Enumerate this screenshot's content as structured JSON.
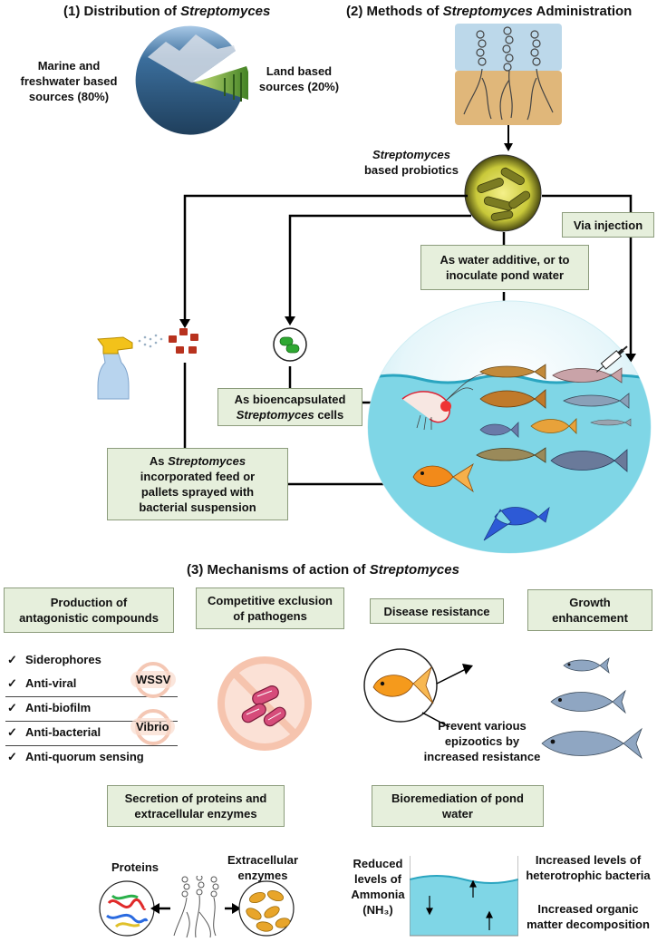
{
  "section1": {
    "prefix": "(1) Distribution of ",
    "italic": "Streptomyces",
    "marine_lines": [
      "Marine and",
      "freshwater based",
      "sources (80%)"
    ],
    "land_lines": [
      "Land based",
      "sources (20%)"
    ]
  },
  "section2": {
    "prefix": "(2) Methods of ",
    "italic": "Streptomyces",
    "suffix": " Administration",
    "probiotic_italic": "Streptomyces",
    "probiotic_rest": "based probiotics",
    "injection": "Via injection",
    "water_lines": [
      "As water additive, or to",
      "inoculate pond water"
    ],
    "bioencap_line1": "As bioencapsulated",
    "bioencap_italic": "Streptomyces",
    "bioencap_rest": " cells",
    "feed_prefix": "As ",
    "feed_italic": "Streptomyces",
    "feed_lines": [
      "incorporated feed or",
      "pallets sprayed with",
      "bacterial suspension"
    ]
  },
  "section3": {
    "prefix": "(3) Mechanisms of action of ",
    "italic": "Streptomyces",
    "box_antagonistic": [
      "Production of",
      "antagonistic compounds"
    ],
    "box_competitive": [
      "Competitive exclusion",
      "of pathogens"
    ],
    "box_disease": "Disease resistance",
    "box_growth": [
      "Growth",
      "enhancement"
    ],
    "compounds": [
      "Siderophores",
      "Anti-viral",
      "Anti-biofilm",
      "Anti-bacterial",
      "Anti-quorum sensing"
    ],
    "check": "✓",
    "wssv": "WSSV",
    "vibrio": "Vibrio",
    "prevent_lines": [
      "Prevent various",
      "epizootics by",
      "increased resistance"
    ],
    "box_secretion": [
      "Secretion of proteins and",
      "extracellular enzymes"
    ],
    "box_bioremediation": [
      "Bioremediation of pond",
      "water"
    ],
    "proteins": "Proteins",
    "enzymes_lines": [
      "Extracellular",
      "enzymes"
    ],
    "reduced_lines": [
      "Reduced",
      "levels of",
      "Ammonia",
      "(NH₃)"
    ],
    "increased_bact_lines": [
      "Increased levels of",
      "heterotrophic bacteria"
    ],
    "increased_org_lines": [
      "Increased organic",
      "matter decomposition"
    ]
  },
  "colors": {
    "box_fill": "#e6efdc",
    "box_border": "#8c9c7c",
    "water": "#7fd6e6",
    "pie_marine": "#2c5f8a",
    "pie_land": "#5aa02c"
  }
}
